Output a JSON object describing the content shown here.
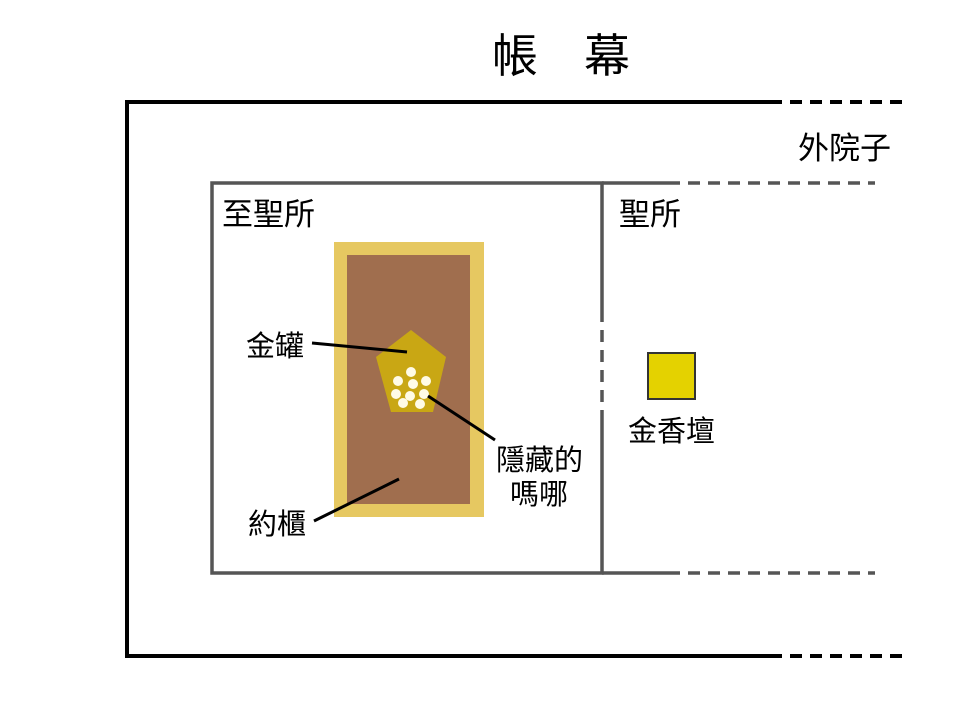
{
  "title": "帳　幕",
  "labels": {
    "outer_court": "外院子",
    "holy_of_holies": "至聖所",
    "holy_place": "聖所",
    "golden_jar": "金罐",
    "hidden_manna_line1": "隱藏的",
    "hidden_manna_line2": "嗎哪",
    "ark": "約櫃",
    "incense_altar": "金香壇"
  },
  "colors": {
    "ark_outer": "#e6c861",
    "ark_inner": "#a06e4e",
    "jar": "#c9a714",
    "manna": "#fffbe6",
    "incense_altar": "#e4d200",
    "inner_wall": "#555555",
    "outer_wall": "#000000"
  }
}
